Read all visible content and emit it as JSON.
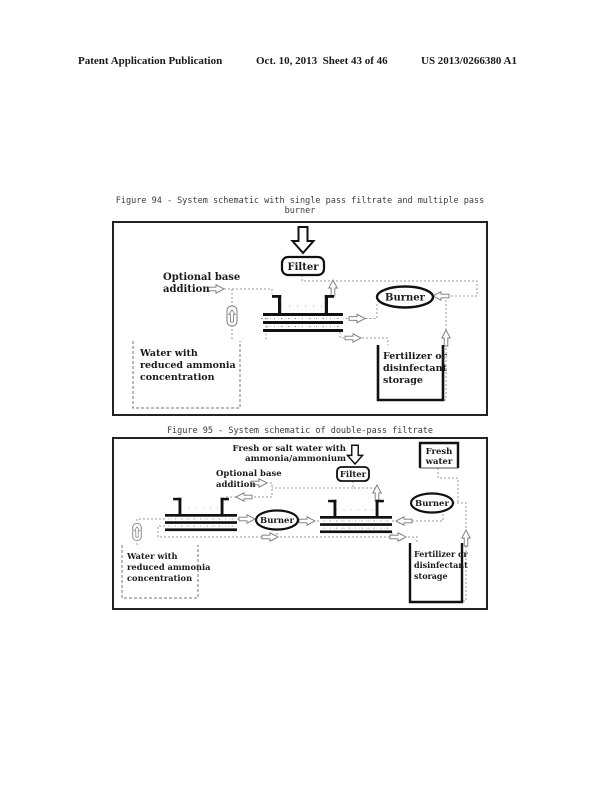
{
  "colors": {
    "ink": "#1a1a1a",
    "flow_line": "#999999",
    "background": "#ffffff"
  },
  "header": {
    "left": "Patent Application Publication",
    "center": "Oct. 10, 2013  Sheet 43 of 46",
    "right": "US 2013/0266380 A1"
  },
  "figure94": {
    "caption_line1": "Figure 94 - System schematic with single pass filtrate and multiple pass",
    "caption_line2": "burner",
    "filter": "Filter",
    "burner": "Burner",
    "optional_base_line1": "Optional base",
    "optional_base_line2": "addition",
    "water_tank": [
      "Water with",
      "reduced ammonia",
      "concentration"
    ],
    "storage_tank": [
      "Fertilizer or",
      "disinfectant",
      "storage"
    ]
  },
  "figure95": {
    "caption": "Figure 95 - System schematic of double-pass filtrate",
    "feed_line1": "Fresh or salt water with",
    "feed_line2": "ammonia/ammonium",
    "filter": "Filter",
    "fresh_water_line1": "Fresh",
    "fresh_water_line2": "water",
    "burner_middle": "Burner",
    "burner_right": "Burner",
    "optional_base_line1": "Optional base",
    "optional_base_line2": "addition",
    "water_tank": [
      "Water with",
      "reduced ammonia",
      "concentration"
    ],
    "storage_tank": [
      "Fertilizer or",
      "disinfectant",
      "storage"
    ]
  }
}
